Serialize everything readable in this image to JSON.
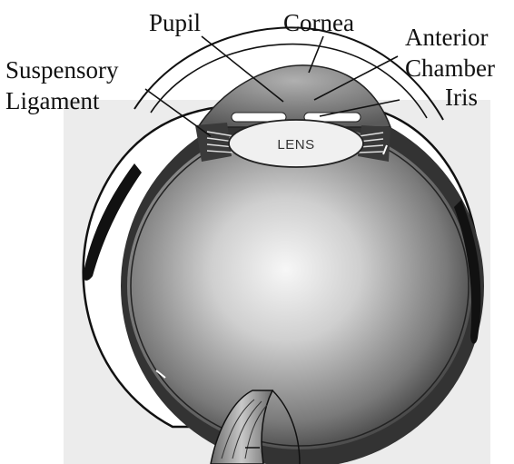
{
  "labels": {
    "pupil": "Pupil",
    "cornea": "Cornea",
    "anterior": "Anterior",
    "chamber": "Chamber",
    "iris": "Iris",
    "suspensory": "Suspensory",
    "ligament": "Ligament",
    "lens": "LENS"
  },
  "colors": {
    "outline": "#111111",
    "vitreous_light": "#f4f4f4",
    "vitreous_dark": "#3a3a3a",
    "chamber_fill": "#8a8a8a",
    "lens_fill": "#f0f0f0"
  }
}
